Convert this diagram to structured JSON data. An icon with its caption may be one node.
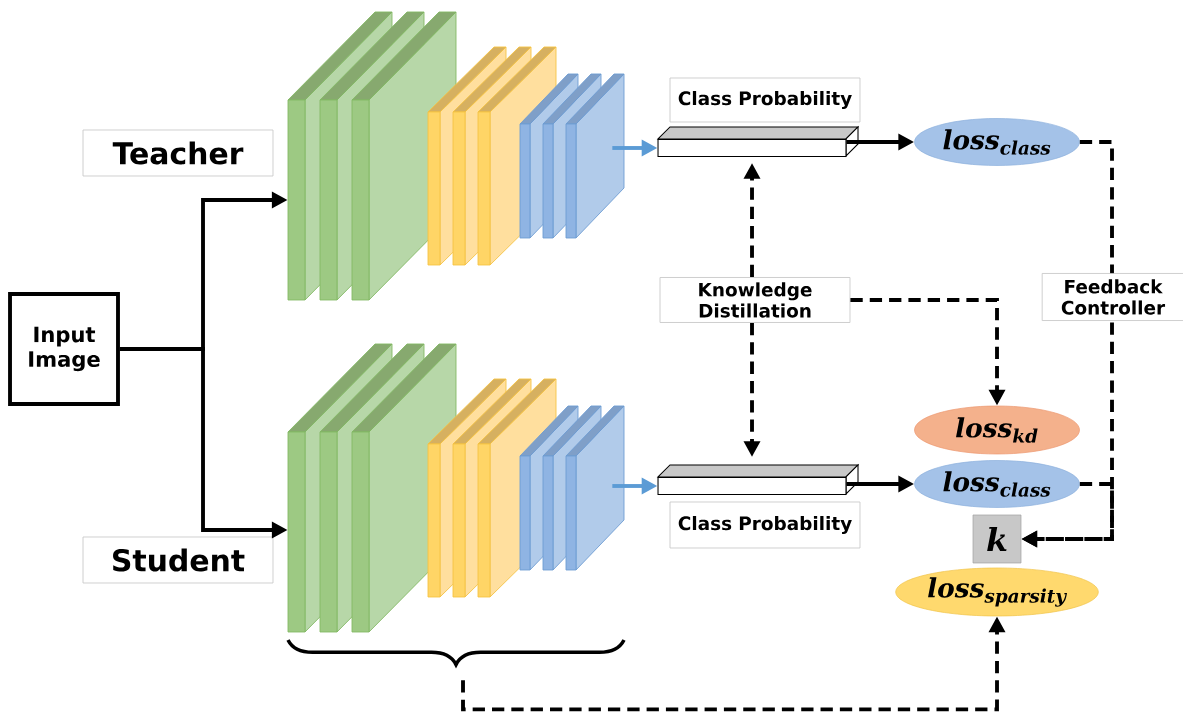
{
  "diagram": {
    "nodes": [
      {
        "text": [
          "Input Image"
        ]
      },
      {
        "text": [
          "Teacher"
        ]
      },
      {
        "text": [],
        "shape": "picture"
      },
      {
        "text": [
          "Student"
        ]
      },
      {
        "text": [],
        "shape": "picture"
      },
      {
        "text": [
          "Class Probability"
        ]
      },
      {
        "text": [],
        "shape": "bar"
      },
      {
        "text": [
          "loss$_{class}$"
        ]
      },
      {
        "text": [
          "Knowledge Distillation"
        ]
      },
      {
        "text": [],
        "shape": "bar"
      },
      {
        "text": [
          "Class Probability"
        ]
      },
      {
        "text": [
          "loss$_{kd}$"
        ]
      },
      {
        "text": [
          "loss$_{class}$"
        ]
      },
      {
        "text": [
          "k"
        ]
      },
      {
        "text": [
          "loss$_{sparsity}$"
        ]
      }
    ],
    "edges": [
      {
        "from": 0,
        "to": 2,
        "arrow": "to"
      },
      {
        "from": 0,
        "to": 4,
        "arrow": "to"
      },
      {
        "from": 2,
        "to": 6,
        "arrow": "to",
        "color": "#5b9bd5"
      },
      {
        "from": 4,
        "to": 9,
        "arrow": "to",
        "color": "#5b9bd5"
      },
      {
        "from": 6,
        "to": 7,
        "arrow": "to"
      },
      {
        "from": 9,
        "to": 12,
        "arrow": "to"
      },
      {
        "from": 8,
        "to": 6,
        "arrow": "to",
        "style": "dashed"
      },
      {
        "from": 8,
        "to": 9,
        "arrow": "to",
        "style": "dashed"
      },
      {
        "from": 8,
        "to": 11,
        "arrow": "to",
        "style": "dashed"
      },
      {
        "from": 7,
        "to": 13,
        "arrow": "to",
        "style": "dashed",
        "label": "Feedback Controller"
      },
      {
        "from": 12,
        "to": 13,
        "arrow": "to",
        "style": "dashed"
      },
      {
        "from": 4,
        "to": 14,
        "arrow": "to",
        "style": "dashed"
      }
    ]
  }
}
